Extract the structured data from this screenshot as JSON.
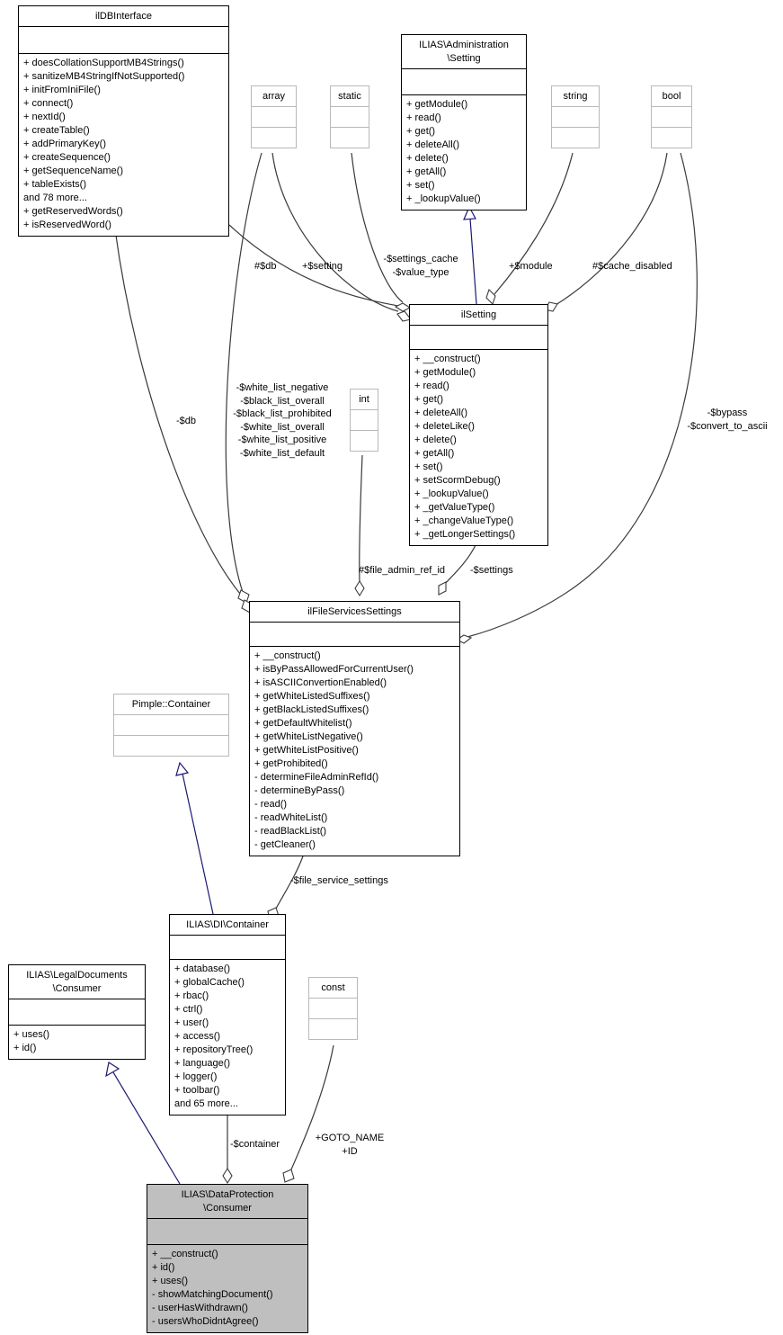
{
  "diagram_type": "uml-collaboration-diagram",
  "classes": {
    "ildbinterface": {
      "title": "ilDBInterface",
      "members": [
        "+ doesCollationSupportMB4Strings()",
        "+ sanitizeMB4StringIfNotSupported()",
        "+ initFromIniFile()",
        "+ connect()",
        "+ nextId()",
        "+ createTable()",
        "+ addPrimaryKey()",
        "+ createSequence()",
        "+ getSequenceName()",
        "+ tableExists()",
        "and 78 more...",
        "+ getReservedWords()",
        "+ isReservedWord()"
      ]
    },
    "admin_setting": {
      "title": "ILIAS\\Administration\n\\Setting",
      "members": [
        "+ getModule()",
        "+ read()",
        "+ get()",
        "+ deleteAll()",
        "+ delete()",
        "+ getAll()",
        "+ set()",
        "+ _lookupValue()"
      ]
    },
    "ilsetting": {
      "title": "ilSetting",
      "members": [
        "+ __construct()",
        "+ getModule()",
        "+ read()",
        "+ get()",
        "+ deleteAll()",
        "+ deleteLike()",
        "+ delete()",
        "+ getAll()",
        "+ set()",
        "+ setScormDebug()",
        "+ _lookupValue()",
        "+ _getValueType()",
        "+ _changeValueType()",
        "+ _getLongerSettings()"
      ]
    },
    "filesettings": {
      "title": "ilFileServicesSettings",
      "members": [
        "+ __construct()",
        "+ isByPassAllowedForCurrentUser()",
        "+ isASCIIConvertionEnabled()",
        "+ getWhiteListedSuffixes()",
        "+ getBlackListedSuffixes()",
        "+ getDefaultWhitelist()",
        "+ getWhiteListNegative()",
        "+ getWhiteListPositive()",
        "+ getProhibited()",
        "- determineFileAdminRefId()",
        "- determineByPass()",
        "- read()",
        "- readWhiteList()",
        "- readBlackList()",
        "- getCleaner()"
      ]
    },
    "pimple": {
      "title": "Pimple::Container"
    },
    "di_container": {
      "title": "ILIAS\\DI\\Container",
      "members": [
        "+ database()",
        "+ globalCache()",
        "+ rbac()",
        "+ ctrl()",
        "+ user()",
        "+ access()",
        "+ repositoryTree()",
        "+ language()",
        "+ logger()",
        "+ toolbar()",
        "and 65 more..."
      ]
    },
    "legal_consumer": {
      "title": "ILIAS\\LegalDocuments\n\\Consumer",
      "members": [
        "+ uses()",
        "+ id()"
      ]
    },
    "dataprotection_consumer": {
      "title": "ILIAS\\DataProtection\n\\Consumer",
      "members": [
        "+ __construct()",
        "+ id()",
        "+ uses()",
        "- showMatchingDocument()",
        "- userHasWithdrawn()",
        "- usersWhoDidntAgree()"
      ]
    },
    "array": {
      "title": "array"
    },
    "static": {
      "title": "static"
    },
    "string": {
      "title": "string"
    },
    "bool": {
      "title": "bool"
    },
    "int": {
      "title": "int"
    },
    "const": {
      "title": "const"
    }
  },
  "edge_labels": {
    "db_to_setting": "#$db",
    "setting_arr": "+$setting",
    "settings_cache": [
      "-$settings_cache",
      "-$value_type"
    ],
    "module": "+$module",
    "cache_disabled": "#$cache_disabled",
    "db_to_filesettings": "-$db",
    "white_lists": [
      "-$white_list_negative",
      "-$black_list_overall",
      "-$black_list_prohibited",
      "-$white_list_overall",
      "-$white_list_positive",
      "-$white_list_default"
    ],
    "bypass": [
      "-$bypass",
      "-$convert_to_ascii"
    ],
    "file_admin_ref_id": "#$file_admin_ref_id",
    "settings": "-$settings",
    "file_service_settings": "-$file_service_settings",
    "container": "-$container",
    "goto_name": [
      "+GOTO_NAME",
      "+ID"
    ]
  },
  "colors": {
    "edge": "#3a3a3a",
    "inheritance": "#191970",
    "primitive_border": "#b9b9b9",
    "highlight_fill": "#bfbfbf"
  }
}
